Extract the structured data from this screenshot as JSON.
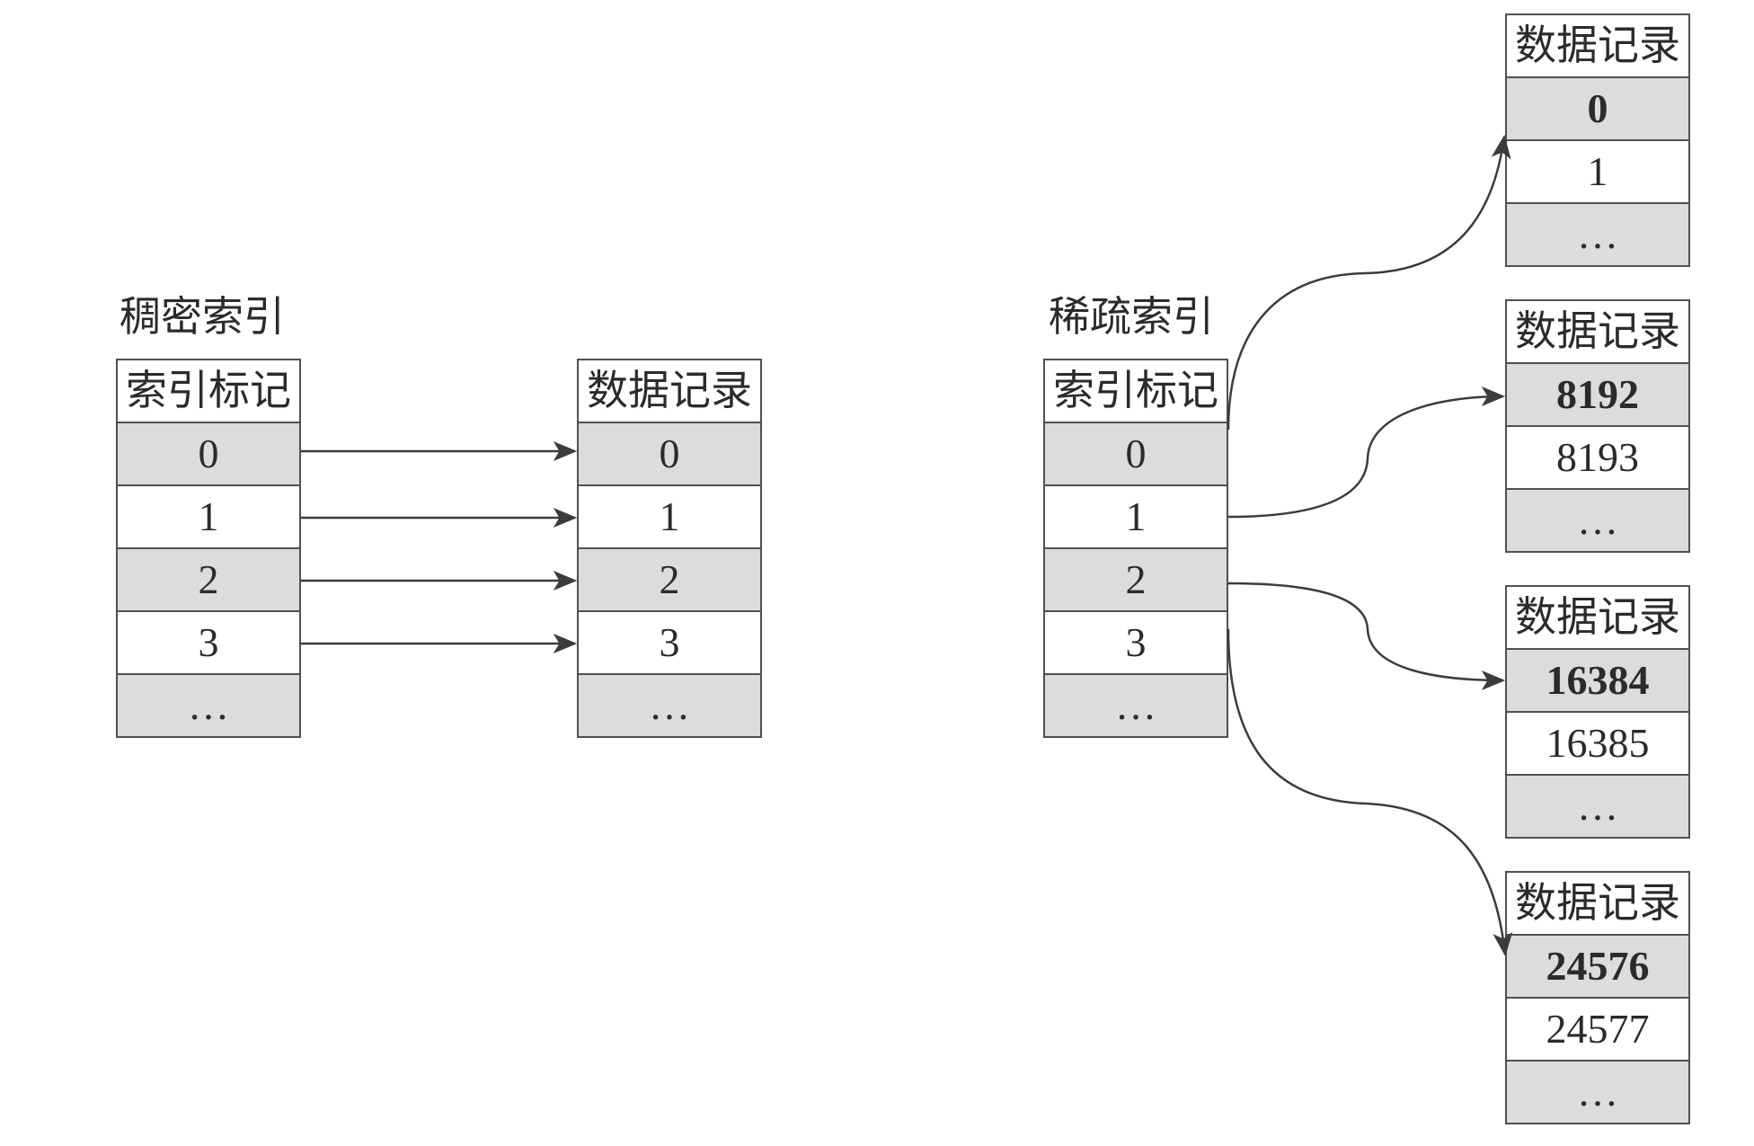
{
  "colors": {
    "background": "#ffffff",
    "border": "#505050",
    "shaded_cell": "#dcdcdc",
    "text": "#2b2b2b",
    "arrow": "#3c3c3c"
  },
  "dense": {
    "title": "稠密索引",
    "index_table": {
      "header": "索引标记",
      "rows": [
        "0",
        "1",
        "2",
        "3",
        "…"
      ]
    },
    "data_table": {
      "header": "数据记录",
      "rows": [
        "0",
        "1",
        "2",
        "3",
        "…"
      ]
    }
  },
  "sparse": {
    "title": "稀疏索引",
    "index_table": {
      "header": "索引标记",
      "rows": [
        "0",
        "1",
        "2",
        "3",
        "…"
      ]
    },
    "data_tables": [
      {
        "header": "数据记录",
        "rows": [
          "0",
          "1",
          "…"
        ]
      },
      {
        "header": "数据记录",
        "rows": [
          "8192",
          "8193",
          "…"
        ]
      },
      {
        "header": "数据记录",
        "rows": [
          "16384",
          "16385",
          "…"
        ]
      },
      {
        "header": "数据记录",
        "rows": [
          "24576",
          "24577",
          "…"
        ]
      }
    ]
  }
}
